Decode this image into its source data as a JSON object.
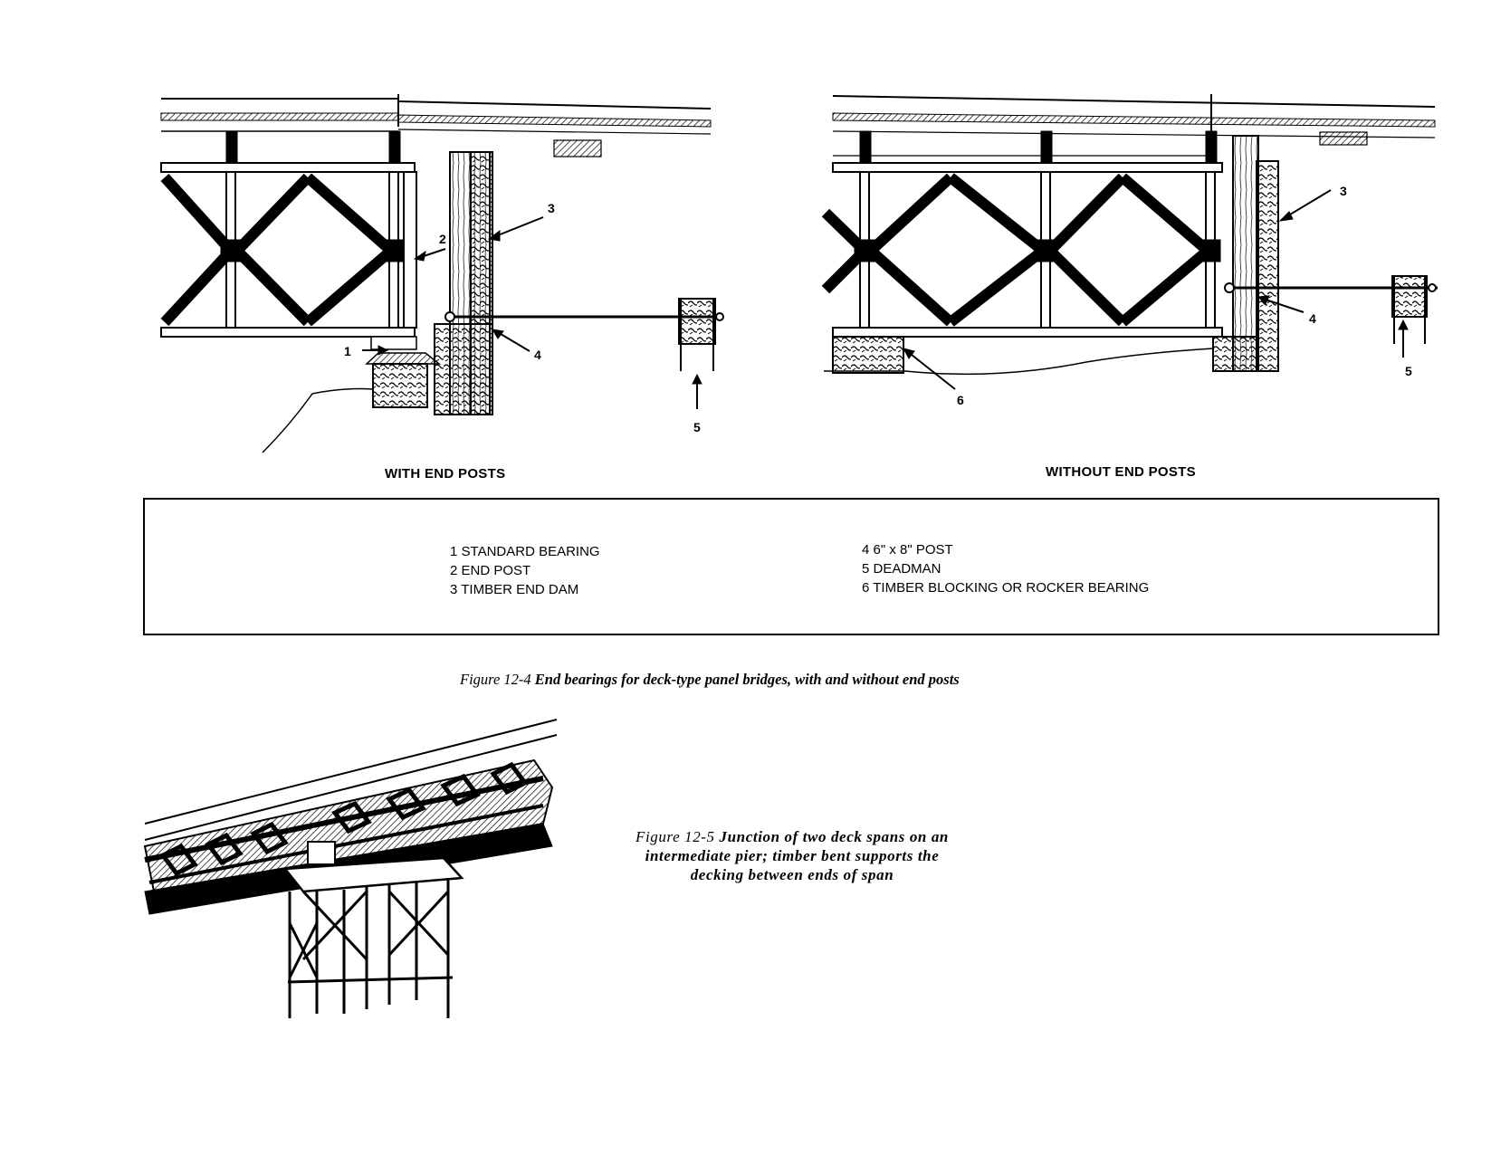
{
  "figure_12_4": {
    "left_panel_title": "WITH END POSTS",
    "right_panel_title": "WITHOUT END POSTS",
    "callouts_left": [
      "1",
      "2",
      "3",
      "4",
      "5"
    ],
    "callouts_right": [
      "3",
      "4",
      "5",
      "6"
    ],
    "legend": {
      "col1": [
        "1 STANDARD BEARING",
        "2 END POST",
        "3 TIMBER END DAM"
      ],
      "col2": [
        "4 6\" x 8\" POST",
        "5 DEADMAN",
        "6 TIMBER BLOCKING OR ROCKER BEARING"
      ]
    },
    "caption_prefix": "Figure 12-4",
    "caption_text": "End bearings for deck-type panel bridges, with and without end posts"
  },
  "figure_12_5": {
    "caption_prefix": "Figure 12-5",
    "caption_lines": [
      "Junction of two deck spans on an",
      "intermediate pier; timber bent supports the",
      "decking between ends of span"
    ]
  },
  "colors": {
    "ink": "#000000",
    "paper": "#ffffff"
  }
}
